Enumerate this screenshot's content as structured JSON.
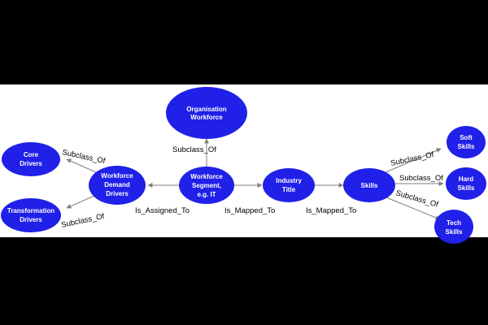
{
  "colors": {
    "background": "#000000",
    "panel": "#ffffff",
    "node": "#2020e8",
    "node_text": "#ffffff",
    "edge": "#7f7f7f",
    "label_text": "#000000"
  },
  "nodes": {
    "org_workforce": [
      "Organisation",
      "Workforce"
    ],
    "core_drivers": [
      "Core",
      "Drivers"
    ],
    "transformation_drivers": [
      "Transformation",
      "Drivers"
    ],
    "demand_drivers": [
      "Workforce",
      "Demand",
      "Drivers"
    ],
    "segment": [
      "Workforce",
      "Segment,",
      "e.g. IT"
    ],
    "industry_title": [
      "Industry",
      "Title"
    ],
    "skills": [
      "Skills"
    ],
    "soft_skills": [
      "Soft",
      "Skills"
    ],
    "hard_skills": [
      "Hard",
      "Skills"
    ],
    "tech_skills": [
      "Tech",
      "Skills"
    ]
  },
  "edges": {
    "segment_to_org": "Subclass_Of",
    "demand_to_core": "Subclass_Of",
    "demand_to_transformation": "Subclass_Of",
    "segment_to_demand": "Is_Assigned_To",
    "segment_to_industry": "Is_Mapped_To",
    "industry_to_skills": "Is_Mapped_To",
    "skills_to_soft": "Subclass_Of",
    "skills_to_hard": "Subclass_Of",
    "skills_to_tech": "Subclass_Of"
  }
}
